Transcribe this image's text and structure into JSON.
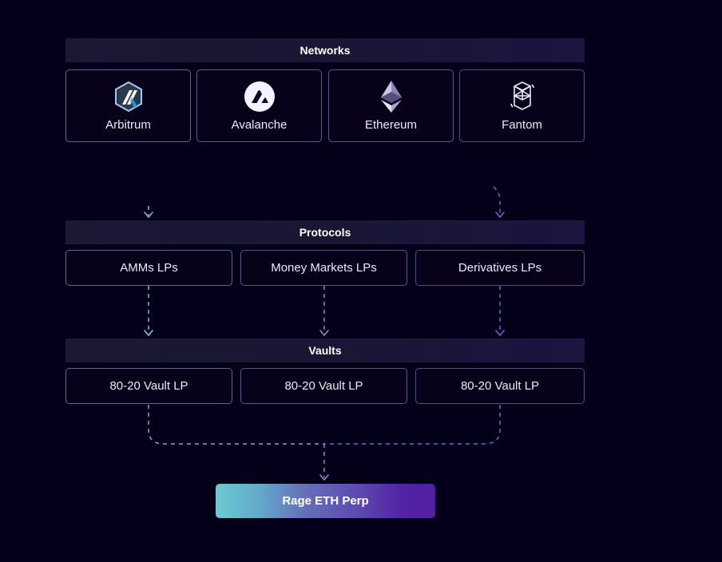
{
  "sections": {
    "networks": {
      "title": "Networks",
      "items": [
        {
          "label": "Arbitrum",
          "icon": "arbitrum-logo-icon"
        },
        {
          "label": "Avalanche",
          "icon": "avalanche-logo-icon"
        },
        {
          "label": "Ethereum",
          "icon": "ethereum-logo-icon"
        },
        {
          "label": "Fantom",
          "icon": "fantom-logo-icon"
        }
      ]
    },
    "protocols": {
      "title": "Protocols",
      "items": [
        {
          "label": "AMMs LPs"
        },
        {
          "label": "Money Markets LPs"
        },
        {
          "label": "Derivatives LPs"
        }
      ]
    },
    "vaults": {
      "title": "Vaults",
      "items": [
        {
          "label": "80-20 Vault LP"
        },
        {
          "label": "80-20 Vault LP"
        },
        {
          "label": "80-20 Vault LP"
        }
      ]
    }
  },
  "output": {
    "label": "Rage ETH Perp"
  },
  "colors": {
    "background": "#05001a",
    "header_bg": "#1a1833",
    "connector_left": "#7fb6d6",
    "connector_mid": "#8a87d0",
    "connector_right": "#7a5ad8",
    "gradient_start": "#6ccbd0",
    "gradient_end": "#521fa4"
  }
}
